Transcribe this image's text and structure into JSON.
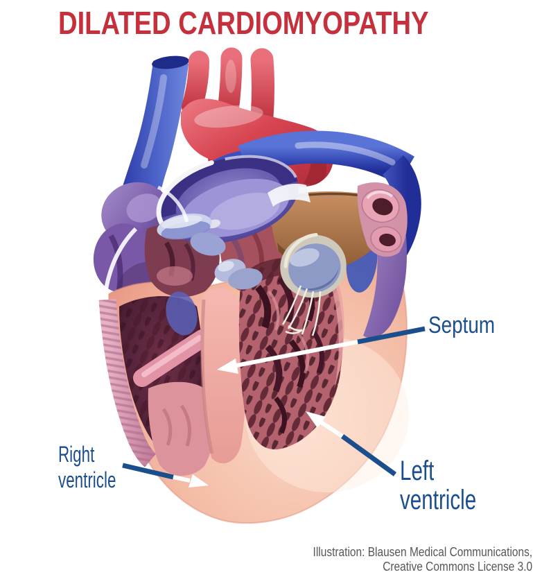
{
  "title": {
    "text": "DILATED CARDIOMYOPATHY"
  },
  "figure": {
    "illustration_name": "cutaway-heart-dilated-cardiomyopathy"
  },
  "annotations": {
    "septum": {
      "label": "Septum"
    },
    "right_ventricle": {
      "line1": "Right",
      "line2": "ventricle"
    },
    "left_ventricle": {
      "line1": "Left",
      "line2": "ventricle"
    }
  },
  "attribution": {
    "line1": "Illustration: Blausen Medical Communications,",
    "line2": "Creative Commons License 3.0"
  },
  "colors": {
    "title_red": "#C5303C",
    "label_blue": "#1B4E8C",
    "leader_blue": "#1B4E8C",
    "arrow_white": "#FFFFFF",
    "attribution_gray": "#55565A",
    "background": "#FFFFFF"
  }
}
